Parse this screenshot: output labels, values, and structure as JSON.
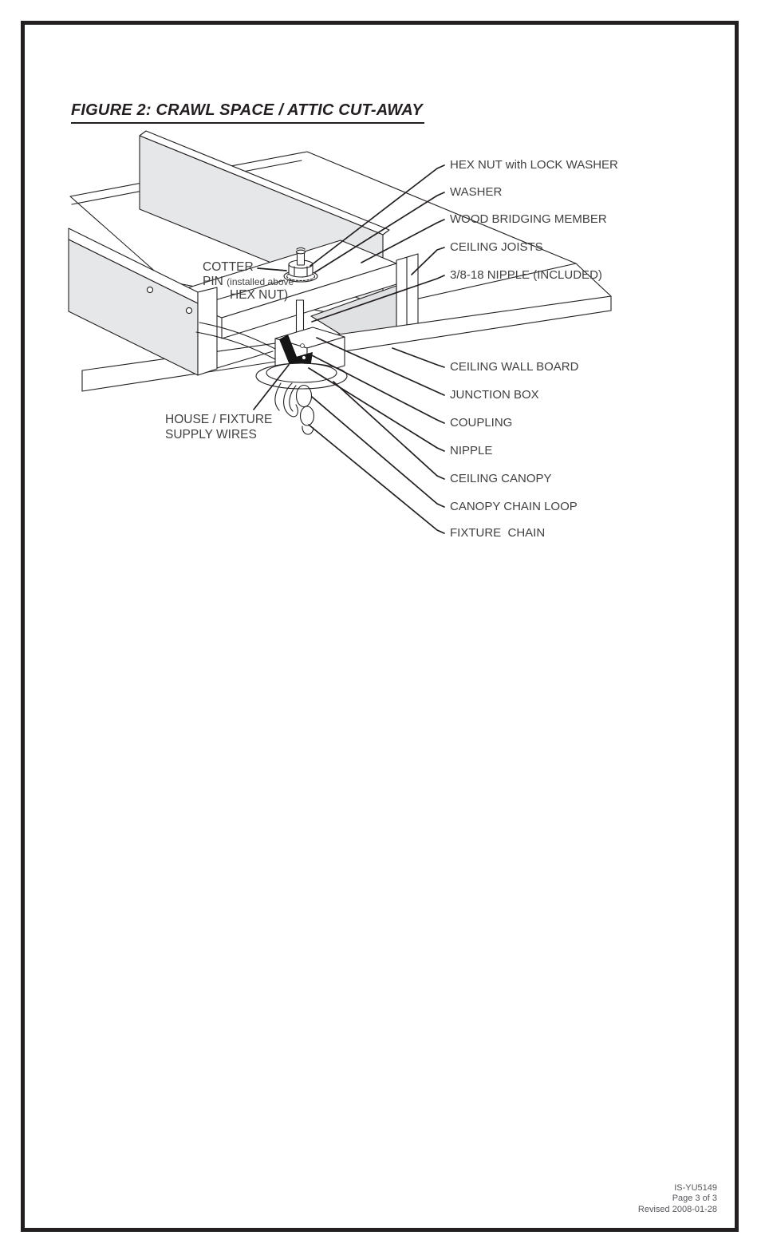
{
  "page": {
    "title": "FIGURE 2: CRAWL SPACE / ATTIC CUT-AWAY",
    "footer": {
      "doc_id": "IS-YU5149",
      "page_info": "Page 3 of 3",
      "revision": "Revised 2008-01-28"
    }
  },
  "diagram": {
    "callouts_right": [
      "HEX NUT with LOCK WASHER",
      "WASHER",
      "WOOD BRIDGING MEMBER",
      "CEILING JOISTS",
      "3/8-18 NIPPLE (INCLUDED)",
      "CEILING WALL BOARD",
      "JUNCTION BOX",
      "COUPLING",
      "NIPPLE",
      "CEILING CANOPY",
      "CANOPY CHAIN LOOP",
      "FIXTURE  CHAIN"
    ],
    "cotter_pin": {
      "line1": "COTTER",
      "line2": "PIN",
      "note1": "(installed above",
      "note2": "HEX NUT)"
    },
    "supply_wires": {
      "line1": "HOUSE / FIXTURE",
      "line2": "SUPPLY WIRES"
    },
    "colors": {
      "line": "#231f20",
      "wood_fill": "#e6e7e8",
      "shadow_fill": "#e0e1e2",
      "label_text": "#414042",
      "footer_text": "#55565a"
    }
  }
}
